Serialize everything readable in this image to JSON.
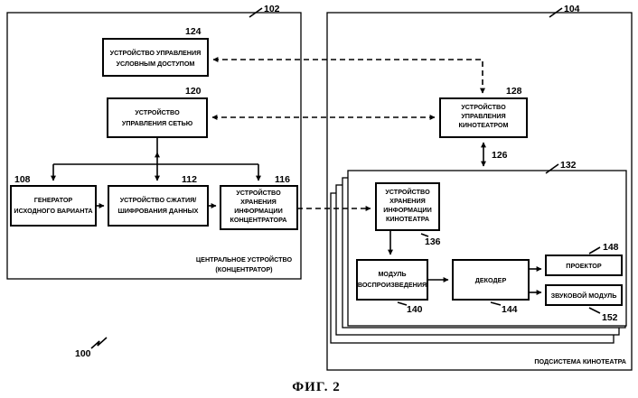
{
  "blocks": {
    "access_control": {
      "ref": "124",
      "lines": [
        "УСТРОЙСТВО УПРАВЛЕНИЯ",
        "УСЛОВНЫМ ДОСТУПОМ"
      ]
    },
    "network_control": {
      "ref": "120",
      "lines": [
        "УСТРОЙСТВО",
        "УПРАВЛЕНИЯ СЕТЬЮ"
      ]
    },
    "generator": {
      "ref": "108",
      "lines": [
        "ГЕНЕРАТОР",
        "ИСХОДНОГО ВАРИАНТА"
      ]
    },
    "compression": {
      "ref": "112",
      "lines": [
        "УСТРОЙСТВО СЖАТИЯ/",
        "ШИФРОВАНИЯ ДАННЫХ"
      ]
    },
    "hub_storage": {
      "ref": "116",
      "lines": [
        "УСТРОЙСТВО",
        "ХРАНЕНИЯ",
        "ИНФОРМАЦИИ",
        "КОНЦЕНТРАТОРА"
      ]
    },
    "theater_control": {
      "ref": "128",
      "lines": [
        "УСТРОЙСТВО",
        "УПРАВЛЕНИЯ",
        "КИНОТЕАТРОМ"
      ]
    },
    "theater_storage": {
      "ref": "136",
      "lines": [
        "УСТРОЙСТВО",
        "ХРАНЕНИЯ",
        "ИНФОРМАЦИИ",
        "КИНОТЕАТРА"
      ]
    },
    "playback": {
      "ref": "140",
      "lines": [
        "МОДУЛЬ",
        "ВОСПРОИЗВЕДЕНИЯ"
      ]
    },
    "decoder": {
      "ref": "144",
      "lines": [
        "ДЕКОДЕР"
      ]
    },
    "projector": {
      "ref": "148",
      "lines": [
        "ПРОЕКТОР"
      ]
    },
    "sound": {
      "ref": "152",
      "lines": [
        "ЗВУКОВОЙ МОДУЛЬ"
      ]
    }
  },
  "central": {
    "ref": "102",
    "caption": [
      "ЦЕНТРАЛЬНОЕ УСТРОЙСТВО",
      "(КОНЦЕНТРАТОР)"
    ]
  },
  "subsystem": {
    "ref": "104",
    "caption": "ПОДСИСТЕМА КИНОТЕАТРА"
  },
  "auditorium_ref": "132",
  "link_ref": "126",
  "system_ref": "100",
  "figure_title": "ФИГ. 2"
}
